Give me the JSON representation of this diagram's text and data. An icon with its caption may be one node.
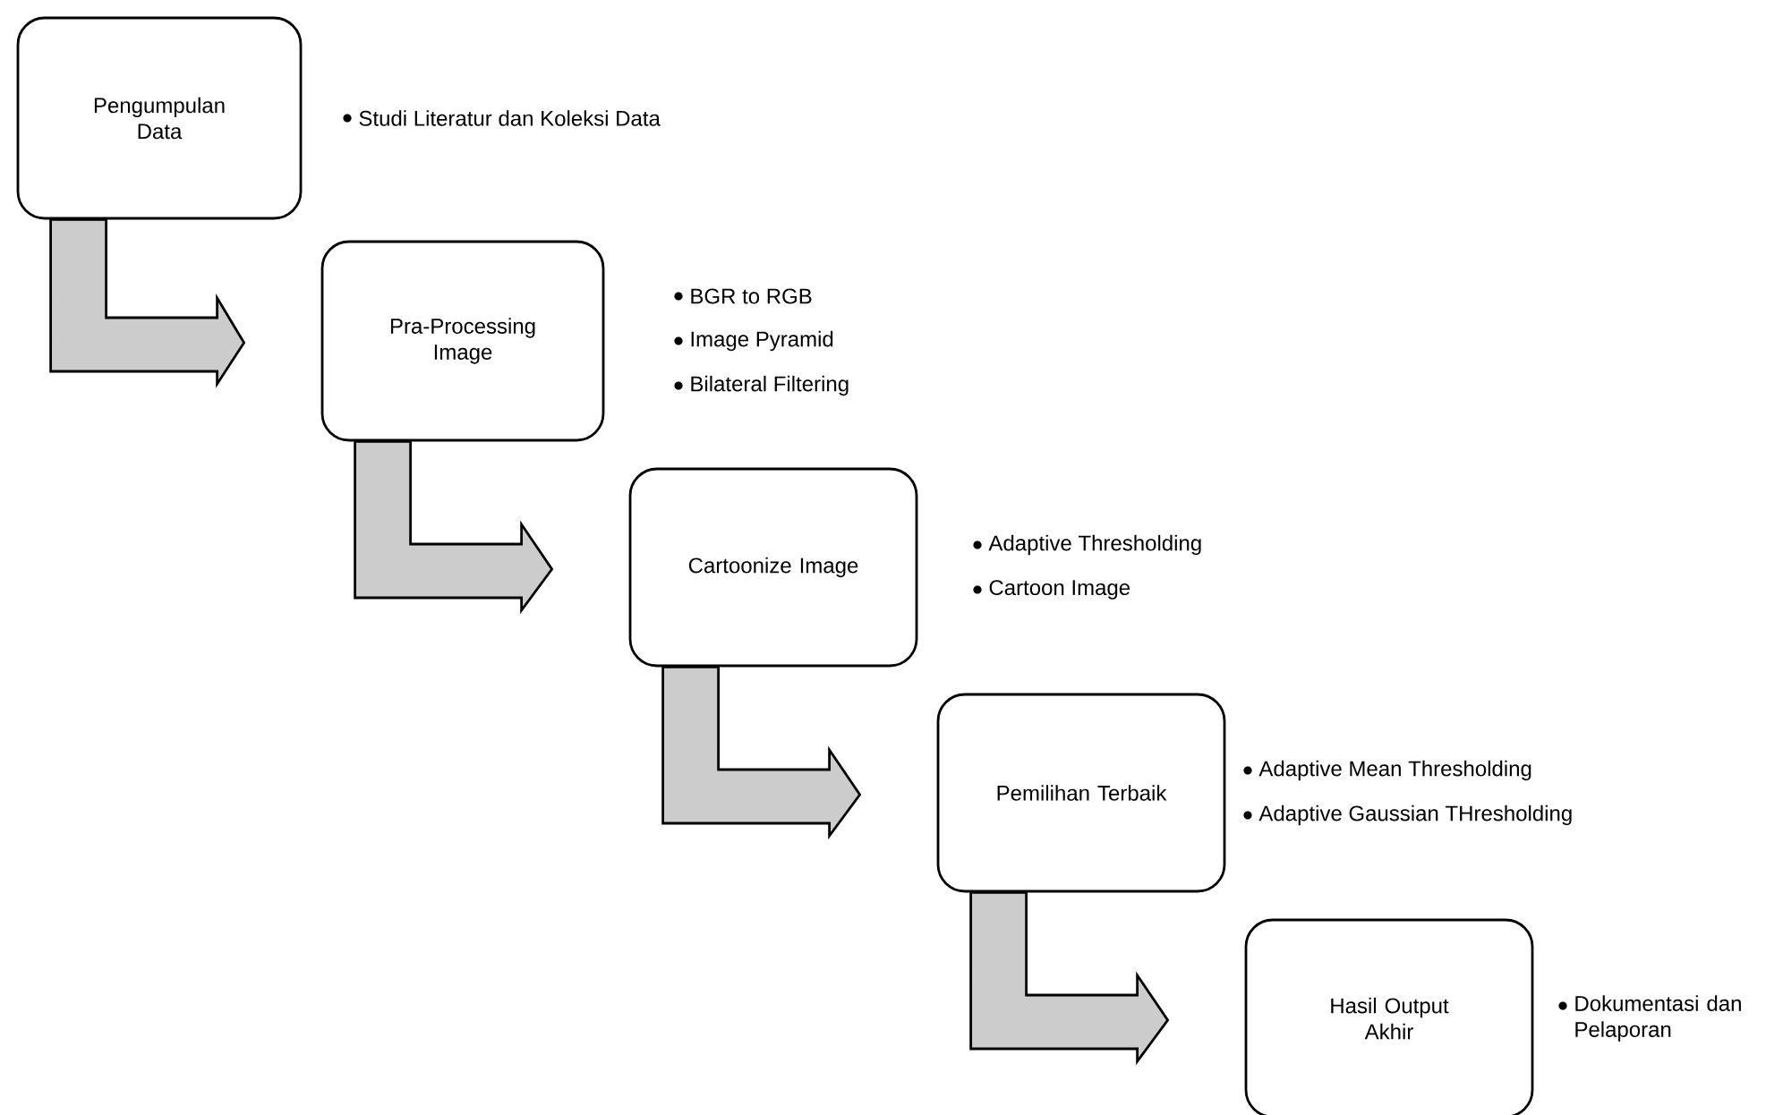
{
  "diagram": {
    "nodes": [
      {
        "text": [
          "Pengumpulan Data"
        ],
        "beside": [
          "Studi Literatur dan Koleksi Data"
        ]
      },
      {
        "text": [
          "Pra-Processing Image"
        ],
        "beside": [
          "BGR to RGB",
          "Image Pyramid",
          "Bilateral Filtering"
        ]
      },
      {
        "text": [
          "Cartoonize Image"
        ],
        "beside": [
          "Adaptive Thresholding",
          "Cartoon Image"
        ]
      },
      {
        "text": [
          "Pemilihan Terbaik"
        ],
        "beside": [
          "Adaptive Mean Thresholding",
          "Adaptive Gaussian THresholding"
        ]
      },
      {
        "text": [
          "Hasil Output Akhir"
        ],
        "beside": [
          "Dokumentasi dan Pelaporan"
        ]
      }
    ],
    "edges": [
      {
        "from": 0,
        "to": 1,
        "arrow": "to"
      },
      {
        "from": 1,
        "to": 2,
        "arrow": "to"
      },
      {
        "from": 2,
        "to": 3,
        "arrow": "to"
      },
      {
        "from": 3,
        "to": 4,
        "arrow": "to"
      }
    ]
  }
}
